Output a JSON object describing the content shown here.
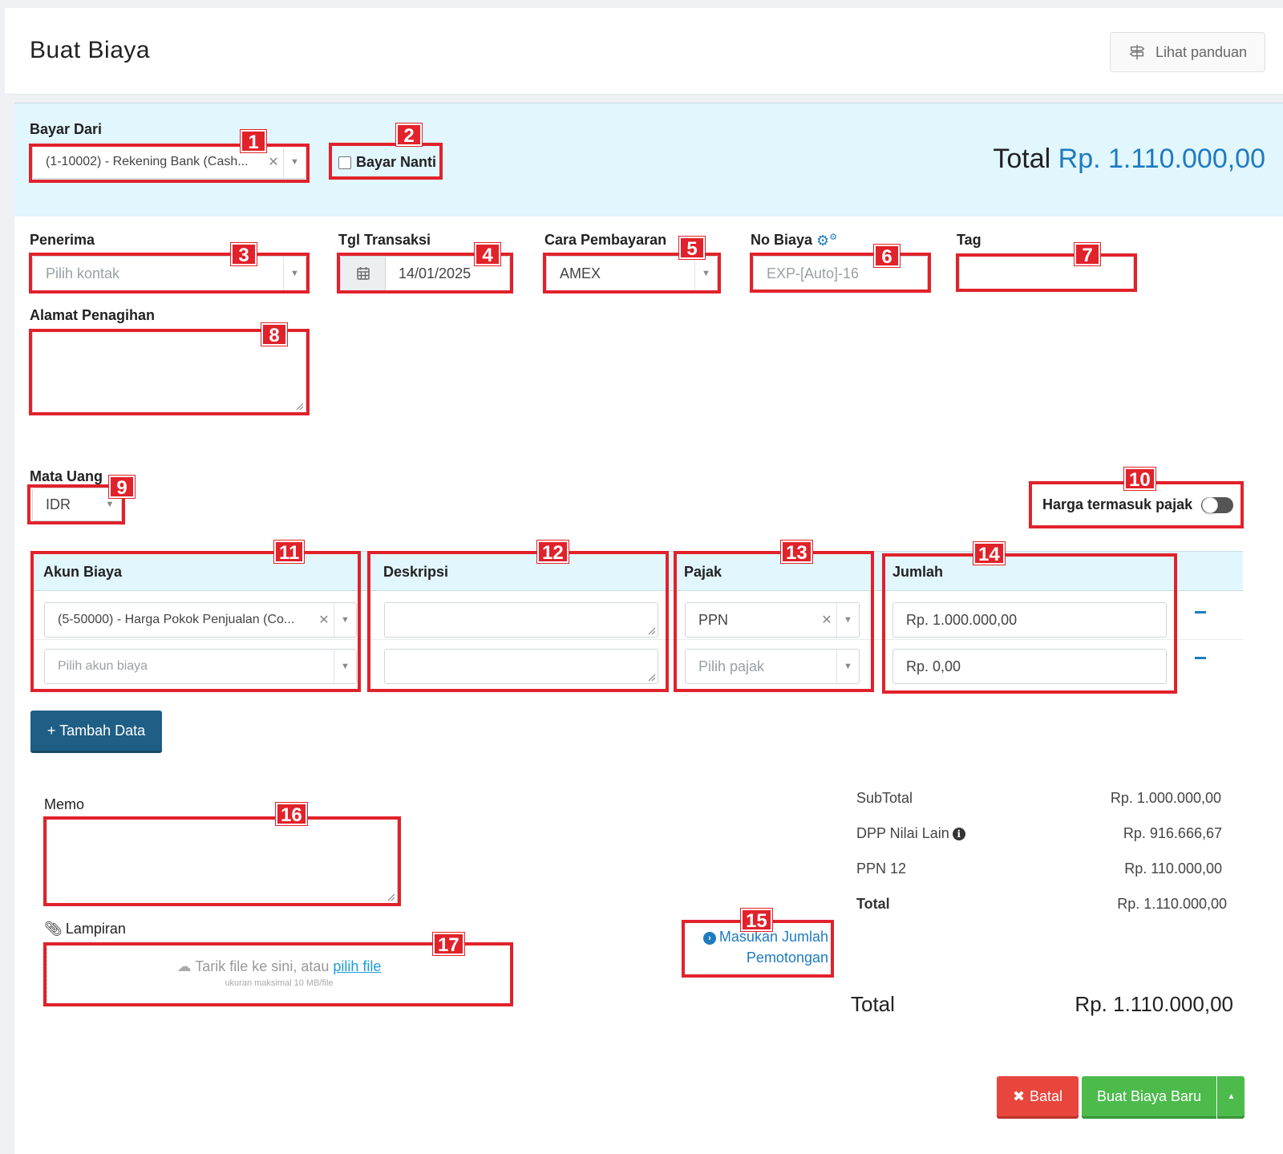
{
  "header": {
    "title": "Buat Biaya",
    "guide_label": "Lihat panduan"
  },
  "top": {
    "pay_from_label": "Bayar Dari",
    "pay_from_value": "(1-10002) - Rekening Bank (Cash...",
    "pay_later_label": "Bayar Nanti",
    "total_word": "Total",
    "total_amount": "Rp. 1.110.000,00"
  },
  "form": {
    "recipient_label": "Penerima",
    "recipient_placeholder": "Pilih kontak",
    "date_label": "Tgl Transaksi",
    "date_value": "14/01/2025",
    "payment_method_label": "Cara Pembayaran",
    "payment_method_value": "AMEX",
    "expense_no_label": "No Biaya",
    "expense_no_placeholder": "EXP-[Auto]-16",
    "tag_label": "Tag",
    "tag_value": "",
    "billing_address_label": "Alamat Penagihan",
    "billing_address_value": "",
    "currency_label": "Mata Uang",
    "currency_value": "IDR",
    "tax_inclusive_label": "Harga termasuk pajak",
    "tax_inclusive_on": false
  },
  "table": {
    "headers": {
      "account": "Akun Biaya",
      "description": "Deskripsi",
      "tax": "Pajak",
      "amount": "Jumlah"
    },
    "rows": [
      {
        "account": "(5-50000) - Harga Pokok Penjualan (Co...",
        "account_is_placeholder": false,
        "description": "",
        "tax": "PPN",
        "tax_is_placeholder": false,
        "amount": "Rp. 1.000.000,00"
      },
      {
        "account": "Pilih akun biaya",
        "account_is_placeholder": true,
        "description": "",
        "tax": "Pilih pajak",
        "tax_is_placeholder": true,
        "amount": "Rp. 0,00"
      }
    ],
    "add_button_label": "+ Tambah Data"
  },
  "bottom": {
    "memo_label": "Memo",
    "memo_value": "",
    "attachment_label": "Lampiran",
    "upload_text": "Tarik file ke sini, atau ",
    "upload_link": "pilih file",
    "upload_note": "ukuran maksimal 10 MB/file",
    "deduction_link_line1": "Masukan Jumlah",
    "deduction_link_line2": "Pemotongan"
  },
  "summary": {
    "subtotal_label": "SubTotal",
    "subtotal_value": "Rp. 1.000.000,00",
    "dpp_label": "DPP Nilai Lain",
    "dpp_value": "Rp. 916.666,67",
    "ppn_label": "PPN 12",
    "ppn_value": "Rp. 110.000,00",
    "total_label": "Total",
    "total_value": "Rp. 1.110.000,00",
    "grand_total_label": "Total",
    "grand_total_value": "Rp. 1.110.000,00"
  },
  "actions": {
    "cancel_label": "Batal",
    "create_label": "Buat Biaya Baru"
  },
  "callouts": [
    "1",
    "2",
    "3",
    "4",
    "5",
    "6",
    "7",
    "8",
    "9",
    "10",
    "11",
    "12",
    "13",
    "14",
    "15",
    "16",
    "17"
  ],
  "colors": {
    "accent": "#1e7bc0",
    "callout": "#e1222b",
    "band": "#e1f6fd",
    "cancel": "#e8453c",
    "create": "#4cbb4c",
    "add_button": "#1f5f86"
  }
}
